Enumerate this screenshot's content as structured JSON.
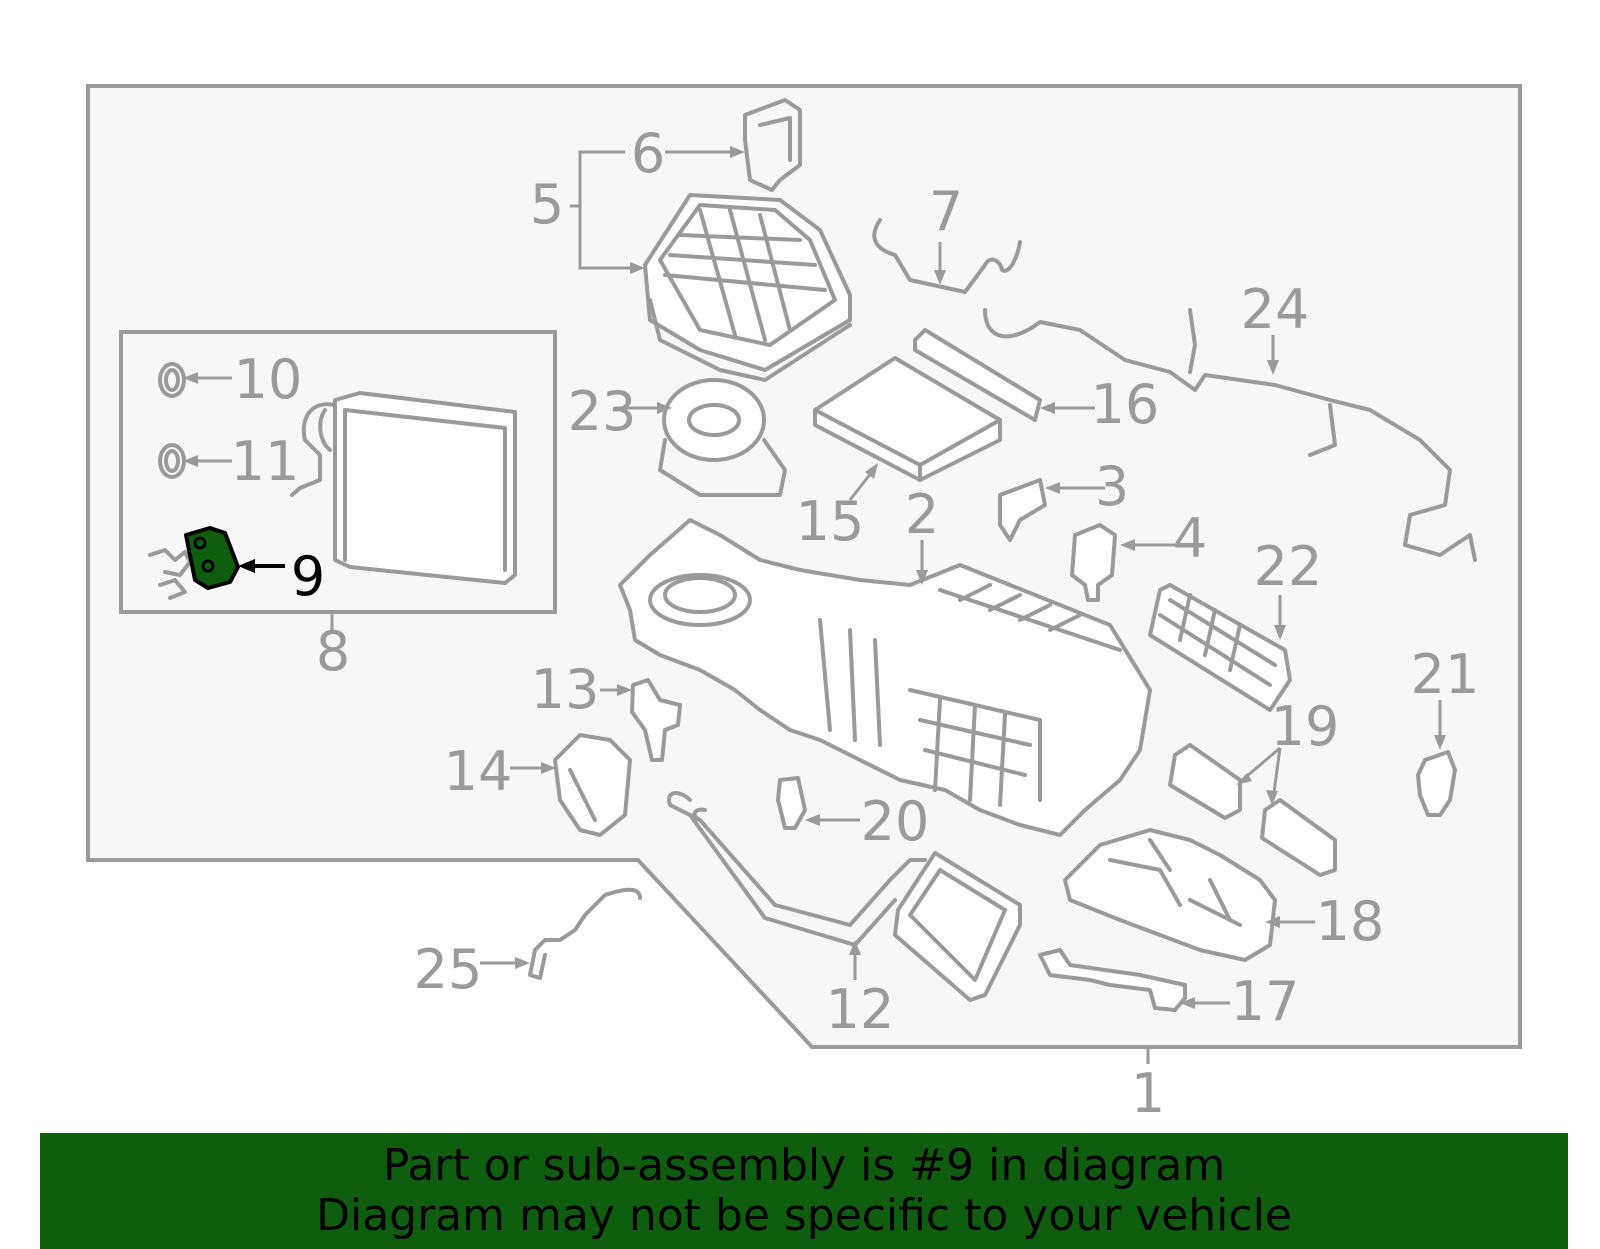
{
  "highlight": {
    "part_number": "9",
    "color": "#0f5e0f"
  },
  "callouts": [
    "1",
    "2",
    "3",
    "4",
    "5",
    "6",
    "7",
    "8",
    "9",
    "10",
    "11",
    "12",
    "13",
    "14",
    "15",
    "16",
    "17",
    "18",
    "19",
    "20",
    "21",
    "22",
    "23",
    "24",
    "25"
  ],
  "banner": {
    "line1": "Part or sub-assembly is #9 in diagram",
    "line2": "Diagram may not be specific to your vehicle"
  }
}
